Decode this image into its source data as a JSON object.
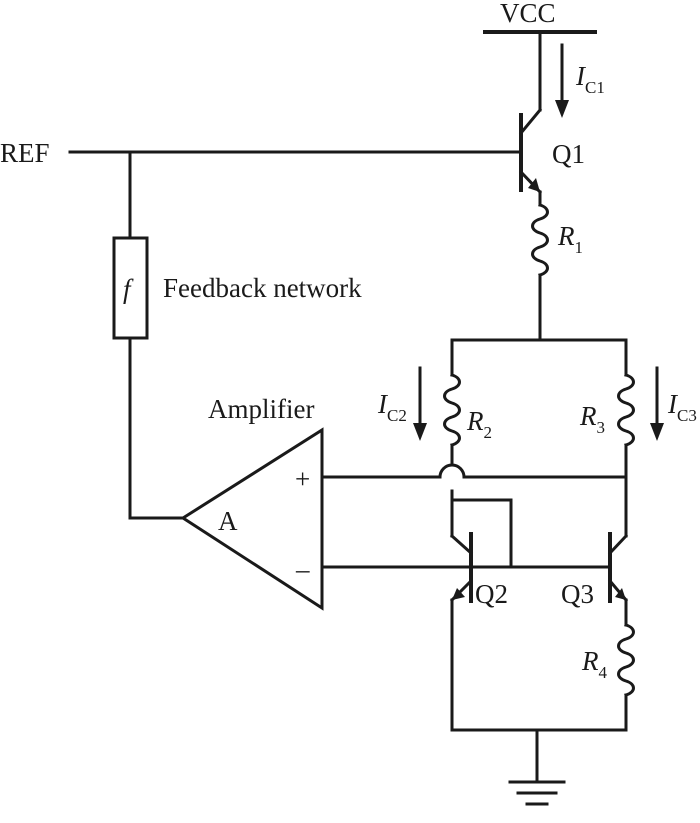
{
  "supply_label": "VCC",
  "ref_label": "REF",
  "transistors": {
    "q1": "Q1",
    "q2": "Q2",
    "q3": "Q3"
  },
  "resistors": {
    "r1": {
      "sym": "R",
      "sub": "1"
    },
    "r2": {
      "sym": "R",
      "sub": "2"
    },
    "r3": {
      "sym": "R",
      "sub": "3"
    },
    "r4": {
      "sym": "R",
      "sub": "4"
    }
  },
  "currents": {
    "ic1": {
      "sym": "I",
      "sub": "C1"
    },
    "ic2": {
      "sym": "I",
      "sub": "C2"
    },
    "ic3": {
      "sym": "I",
      "sub": "C3"
    }
  },
  "feedback": {
    "symbol": "f",
    "label": "Feedback network"
  },
  "amplifier": {
    "title": "Amplifier",
    "gain": "A",
    "plus": "+",
    "minus": "–"
  }
}
